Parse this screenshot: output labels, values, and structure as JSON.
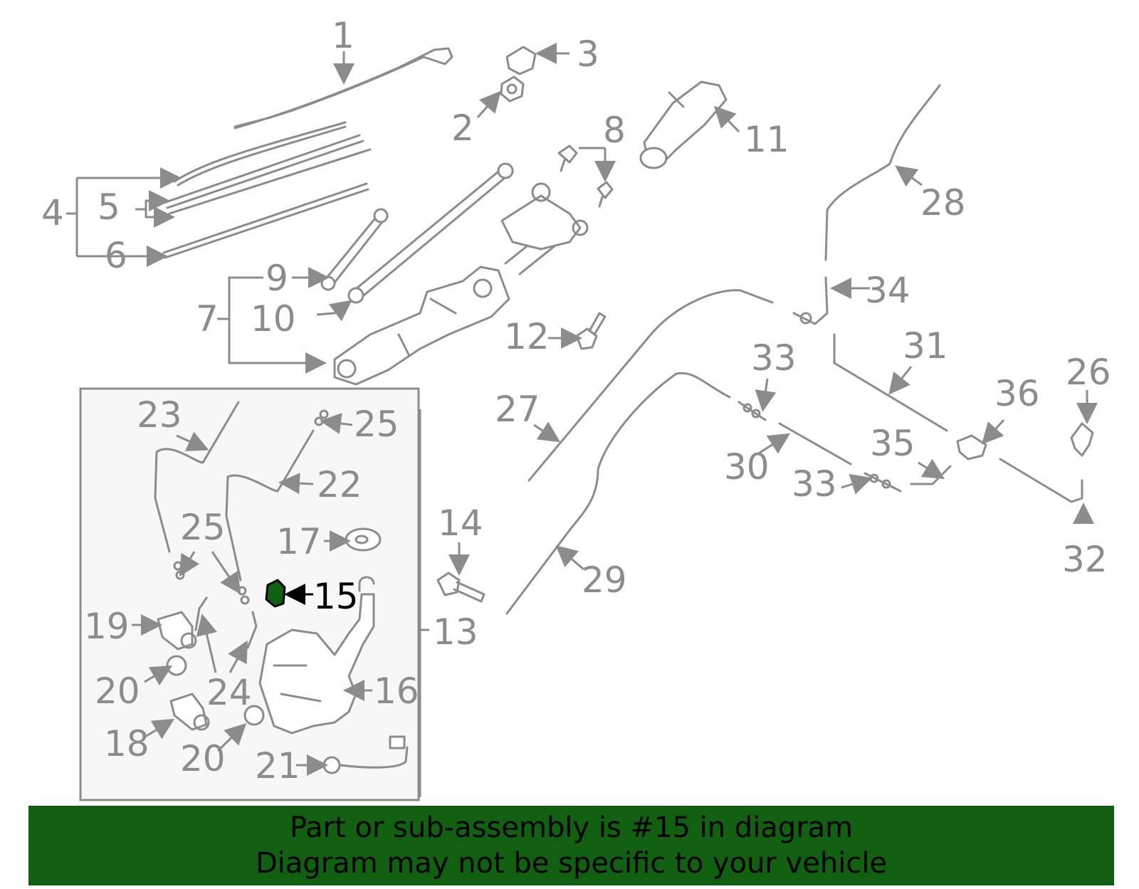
{
  "callouts": {
    "c1": "1",
    "c2": "2",
    "c3": "3",
    "c4": "4",
    "c5": "5",
    "c6": "6",
    "c7": "7",
    "c8": "8",
    "c9": "9",
    "c10": "10",
    "c11": "11",
    "c12": "12",
    "c13": "13",
    "c14": "14",
    "c15": "15",
    "c16": "16",
    "c17": "17",
    "c18": "18",
    "c19": "19",
    "c20a": "20",
    "c20b": "20",
    "c21": "21",
    "c22": "22",
    "c23": "23",
    "c24": "24",
    "c25a": "25",
    "c25b": "25",
    "c26": "26",
    "c27": "27",
    "c28": "28",
    "c29": "29",
    "c30": "30",
    "c31": "31",
    "c32": "32",
    "c33a": "33",
    "c33b": "33",
    "c34": "34",
    "c35": "35",
    "c36": "36"
  },
  "highlight": {
    "part_number": "15",
    "color": "#116011"
  },
  "banner": {
    "line1": "Part or sub-assembly is #15 in diagram",
    "line2": "Diagram may not be specific to your vehicle",
    "background": "#116011"
  }
}
